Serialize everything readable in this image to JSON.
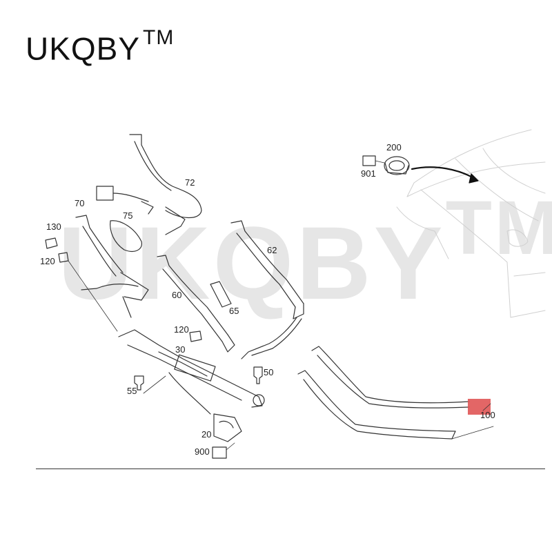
{
  "brand": {
    "name": "UKQBY",
    "mark": "TM"
  },
  "watermark": {
    "text": "UKQBY",
    "mark": "TM",
    "color": "#e6e6e6"
  },
  "highlight_color": "#e05555",
  "parts": [
    {
      "id": "p200",
      "label": "200"
    },
    {
      "id": "p901",
      "label": "901"
    },
    {
      "id": "p72",
      "label": "72"
    },
    {
      "id": "p70",
      "label": "70"
    },
    {
      "id": "p75",
      "label": "75"
    },
    {
      "id": "p130",
      "label": "130"
    },
    {
      "id": "p120a",
      "label": "120"
    },
    {
      "id": "p62",
      "label": "62"
    },
    {
      "id": "p60",
      "label": "60"
    },
    {
      "id": "p65",
      "label": "65"
    },
    {
      "id": "p120b",
      "label": "120"
    },
    {
      "id": "p30",
      "label": "30"
    },
    {
      "id": "p50",
      "label": "50"
    },
    {
      "id": "p55",
      "label": "55"
    },
    {
      "id": "p20",
      "label": "20"
    },
    {
      "id": "p900",
      "label": "900"
    },
    {
      "id": "p100",
      "label": "100"
    }
  ]
}
